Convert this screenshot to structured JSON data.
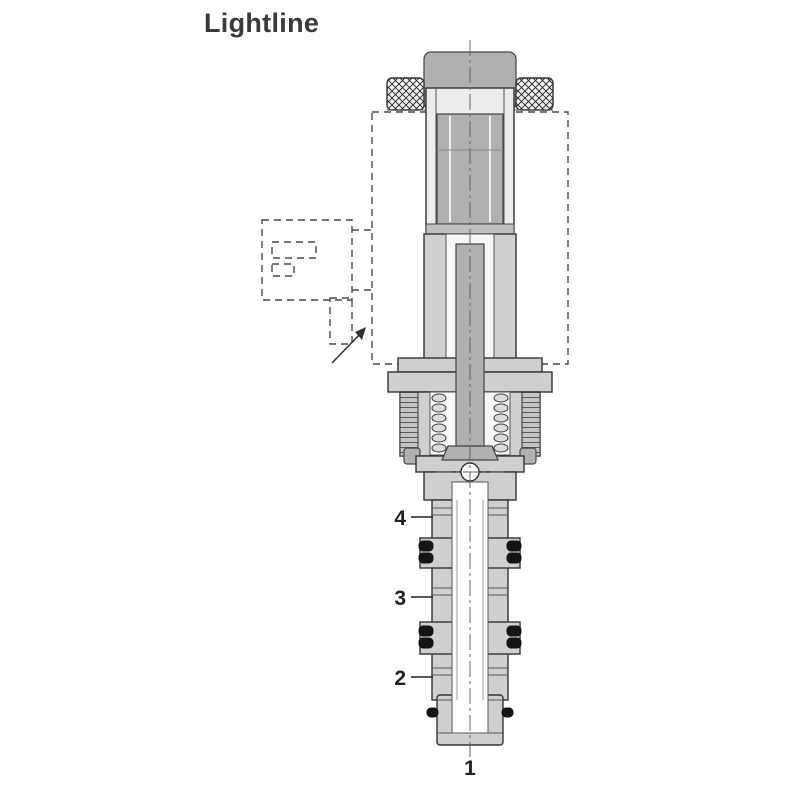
{
  "title": "Lightline",
  "figure": {
    "description_ports": [
      "1",
      "2",
      "3",
      "4"
    ],
    "ports": {
      "p1": "1",
      "p2": "2",
      "p3": "3",
      "p4": "4"
    }
  },
  "colors": {
    "outline": "#333333",
    "body_gray": "#cfcfcf",
    "mid_gray": "#b0b0b0",
    "light_gray": "#ececec",
    "seal_black": "#141414",
    "dashed_line": "#4a4a4a",
    "centerline": "#666666",
    "label_text": "#3a3a3a",
    "background": "#ffffff"
  }
}
